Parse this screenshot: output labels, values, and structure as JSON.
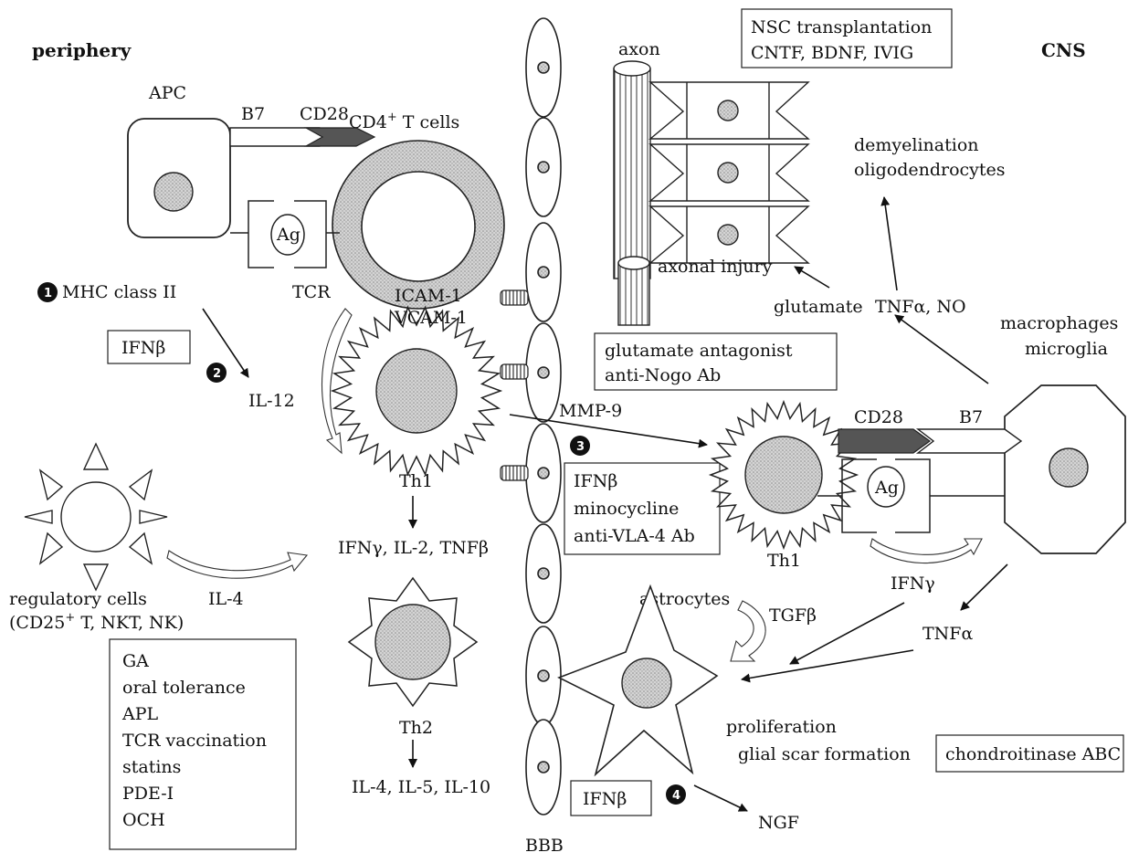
{
  "regions": {
    "periphery": "periphery",
    "cns": "CNS",
    "bbb": "BBB"
  },
  "cells": {
    "apc": "APC",
    "cd4": "CD4",
    "cd4_sup": "+",
    "cd4_rest": " T cells",
    "th1_left": "Th1",
    "th1_right": "Th1",
    "th2": "Th2",
    "axon": "axon",
    "astrocytes": "astrocytes",
    "macrophages": "macrophages",
    "microglia": "microglia",
    "regulatory_line1": "regulatory cells",
    "regulatory_line2_a": "(CD25",
    "regulatory_line2_sup": "+",
    "regulatory_line2_b": " T, NKT, NK)"
  },
  "molecules": {
    "b7_left": "B7",
    "cd28_left": "CD28",
    "ag_left": "Ag",
    "mhc": "MHC class II",
    "tcr": "TCR",
    "icam": "ICAM-1",
    "vcam": "VCAM-1",
    "mmp9": "MMP-9",
    "il12": "IL-12",
    "il4": "IL-4",
    "th1_cytokines": "IFNγ, IL-2, TNFβ",
    "th2_cytokines": "IL-4, IL-5, IL-10",
    "cd28_right": "CD28",
    "b7_right": "B7",
    "ag_right": "Ag",
    "ifng": "IFNγ",
    "tnfa": "TNFα",
    "tgfb": "TGFβ",
    "tnfa_no": "TNFα, NO",
    "glutamate": "glutamate",
    "axonal_injury": "axonal injury",
    "demyelination": "demyelination",
    "oligodendrocytes": "oligodendrocytes",
    "proliferation": "proliferation",
    "glial_scar": "glial scar formation",
    "ngf": "NGF"
  },
  "steps": [
    "1",
    "2",
    "3",
    "4"
  ],
  "therapy_boxes": {
    "nsc": [
      "NSC transplantation",
      "CNTF, BDNF, IVIG"
    ],
    "ifnb_top": [
      "IFNβ"
    ],
    "glutamate_box": [
      "glutamate antagonist",
      "anti-Nogo Ab"
    ],
    "bbb_box": [
      "IFNβ",
      "minocycline",
      "anti-VLA-4 Ab"
    ],
    "periphery_box": [
      "GA",
      "oral tolerance",
      "APL",
      "TCR vaccination",
      "statins",
      "PDE-I",
      "OCH"
    ],
    "chondroitinase": [
      "chondroitinase ABC"
    ],
    "ifnb_bottom": [
      "IFNβ"
    ]
  }
}
